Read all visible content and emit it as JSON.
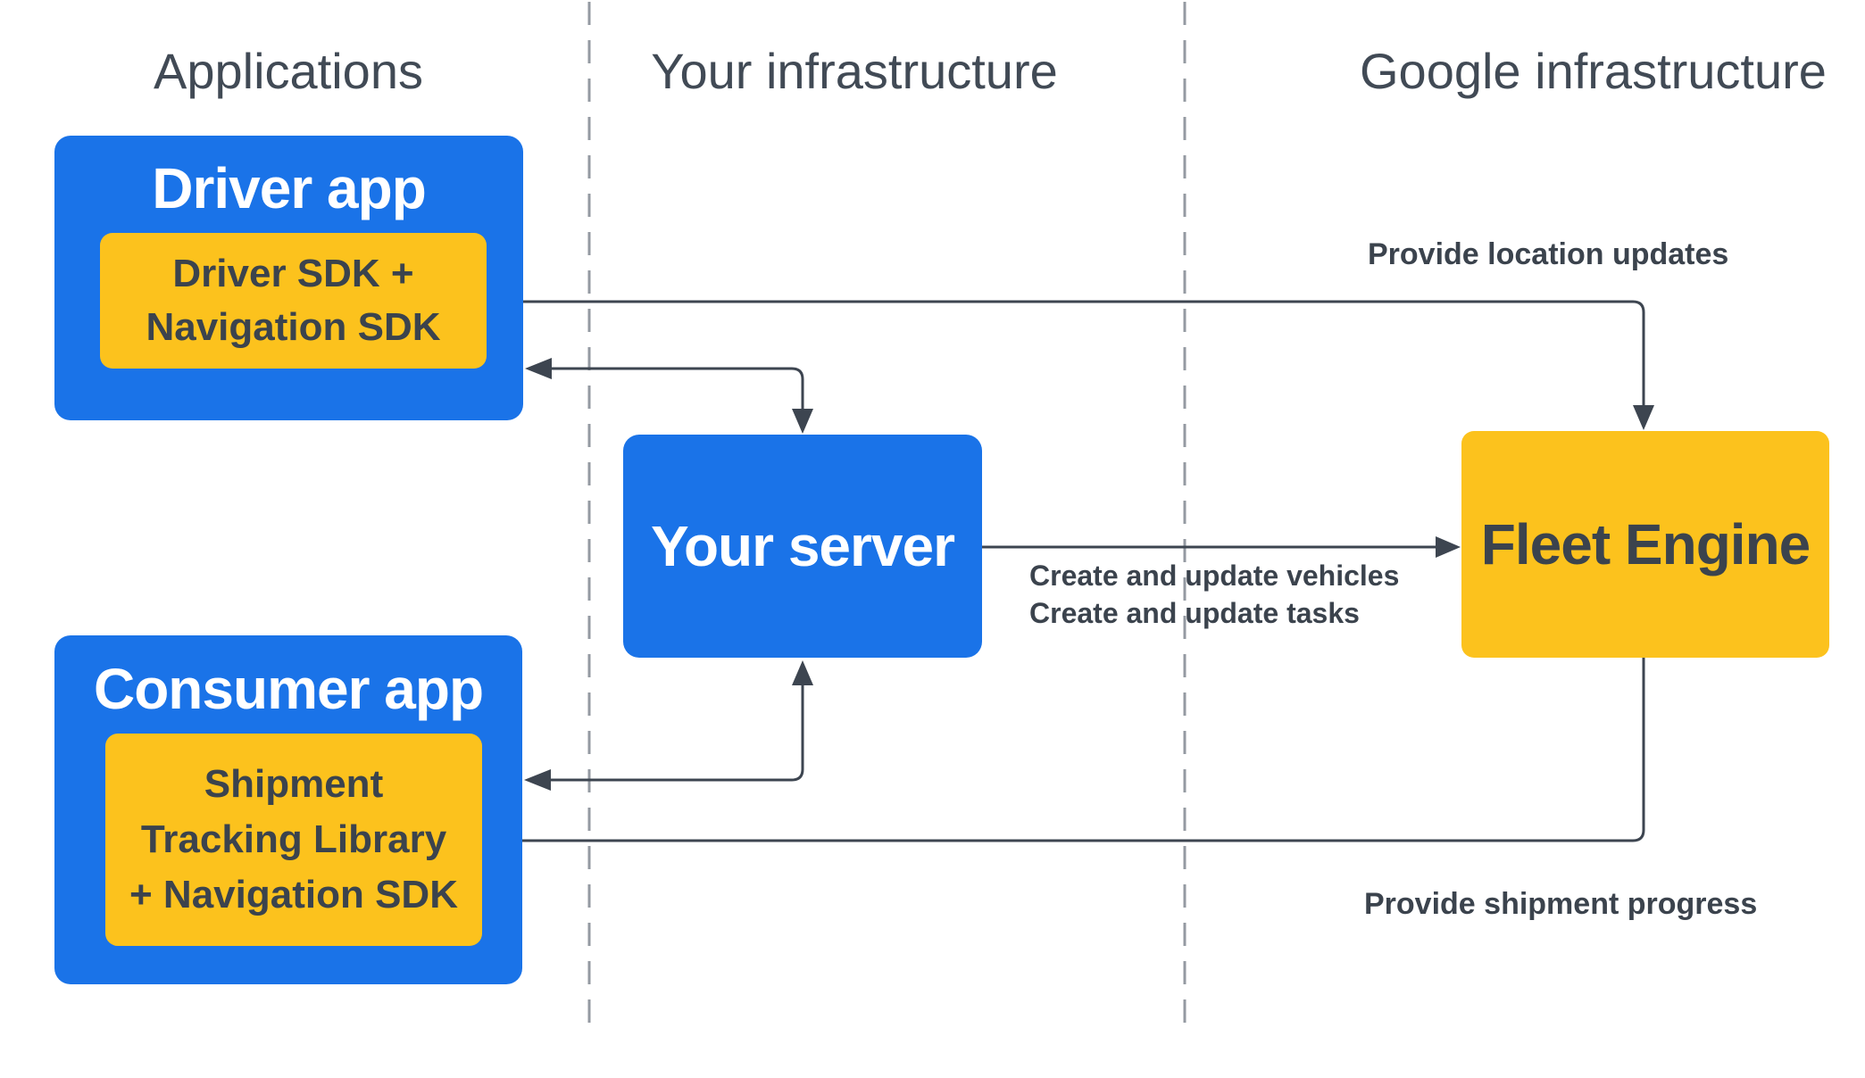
{
  "columns": {
    "applications": "Applications",
    "your_infrastructure": "Your infrastructure",
    "google_infrastructure": "Google infrastructure"
  },
  "nodes": {
    "driver_app": {
      "title": "Driver app"
    },
    "driver_sdk": {
      "line1": "Driver SDK +",
      "line2": "Navigation SDK"
    },
    "consumer_app": {
      "title": "Consumer app"
    },
    "consumer_sdk": {
      "line1": "Shipment",
      "line2": "Tracking Library",
      "line3": "+ Navigation SDK"
    },
    "your_server": {
      "title": "Your server"
    },
    "fleet_engine": {
      "title": "Fleet Engine"
    }
  },
  "edge_labels": {
    "location_updates": "Provide location updates",
    "create_vehicles": "Create and update vehicles",
    "create_tasks": "Create and update tasks",
    "shipment_progress": "Provide shipment progress"
  },
  "colors": {
    "node_blue": "#1a73e8",
    "node_yellow": "#fcc21d",
    "arrow": "#3d4550",
    "dark_text": "#3b434d",
    "header_text": "#414a55",
    "dashed_line": "#949aa2",
    "light_text": "#ffffff",
    "background": "#ffffff"
  }
}
